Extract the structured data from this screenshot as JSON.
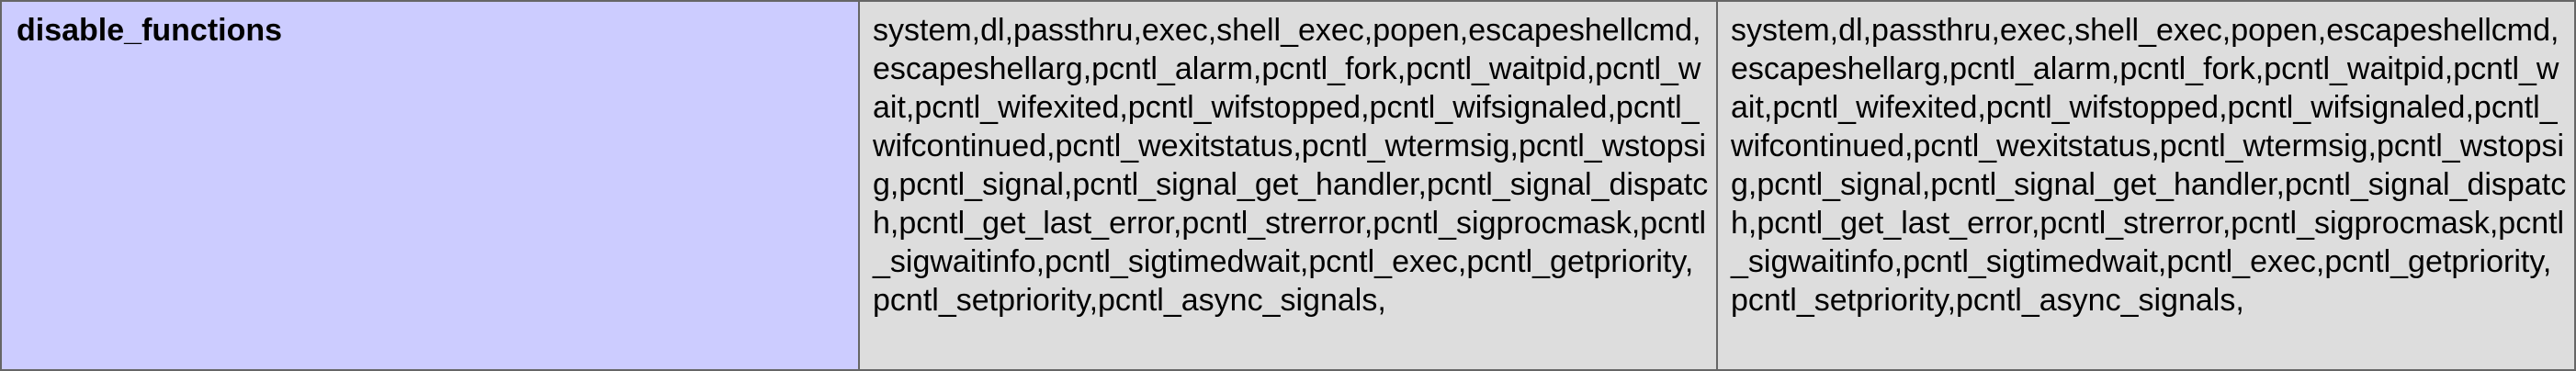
{
  "directive": {
    "name": "disable_functions",
    "local_value": "system,dl,passthru,exec,shell_exec,popen,escapeshellcmd,escapeshellarg,pcntl_alarm,pcntl_fork,pcntl_waitpid,pcntl_wait,pcntl_wifexited,pcntl_wifstopped,pcntl_wifsignaled,pcntl_wifcontinued,pcntl_wexitstatus,pcntl_wtermsig,pcntl_wstopsig,pcntl_signal,pcntl_signal_get_handler,pcntl_signal_dispatch,pcntl_get_last_error,pcntl_strerror,pcntl_sigprocmask,pcntl_sigwaitinfo,pcntl_sigtimedwait,pcntl_exec,pcntl_getpriority,pcntl_setpriority,pcntl_async_signals,",
    "master_value": "system,dl,passthru,exec,shell_exec,popen,escapeshellcmd,escapeshellarg,pcntl_alarm,pcntl_fork,pcntl_waitpid,pcntl_wait,pcntl_wifexited,pcntl_wifstopped,pcntl_wifsignaled,pcntl_wifcontinued,pcntl_wexitstatus,pcntl_wtermsig,pcntl_wstopsig,pcntl_signal,pcntl_signal_get_handler,pcntl_signal_dispatch,pcntl_get_last_error,pcntl_strerror,pcntl_sigprocmask,pcntl_sigwaitinfo,pcntl_sigtimedwait,pcntl_exec,pcntl_getpriority,pcntl_setpriority,pcntl_async_signals,"
  },
  "colors": {
    "key_background": "#ccccff",
    "value_background": "#dddddd",
    "border": "#666666"
  }
}
